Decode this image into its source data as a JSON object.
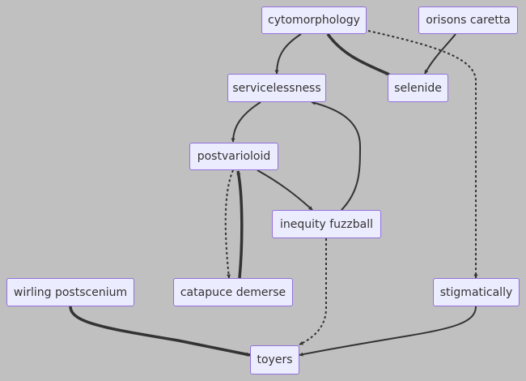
{
  "diagram": {
    "nodes": {
      "cytomorphology": "cytomorphology",
      "orisons_caretta": "orisons caretta",
      "servicelessness": "servicelessness",
      "selenide": "selenide",
      "postvarioloid": "postvarioloid",
      "inequity_fuzzball": "inequity fuzzball",
      "wirling_postscenium": "wirling postscenium",
      "catapuce_demerse": "catapuce demerse",
      "stigmatically": "stigmatically",
      "toyers": "toyers"
    },
    "edges": [
      {
        "from": "cytomorphology",
        "to": "servicelessness",
        "style": "normal"
      },
      {
        "from": "cytomorphology",
        "to": "selenide",
        "style": "thick"
      },
      {
        "from": "cytomorphology",
        "to": "stigmatically",
        "style": "dotted"
      },
      {
        "from": "orisons_caretta",
        "to": "selenide",
        "style": "normal"
      },
      {
        "from": "servicelessness",
        "to": "postvarioloid",
        "style": "normal"
      },
      {
        "from": "inequity_fuzzball",
        "to": "servicelessness",
        "style": "normal"
      },
      {
        "from": "postvarioloid",
        "to": "inequity_fuzzball",
        "style": "normal"
      },
      {
        "from": "postvarioloid",
        "to": "catapuce_demerse",
        "style": "dotted"
      },
      {
        "from": "catapuce_demerse",
        "to": "postvarioloid",
        "style": "thick"
      },
      {
        "from": "inequity_fuzzball",
        "to": "toyers",
        "style": "dotted"
      },
      {
        "from": "wirling_postscenium",
        "to": "toyers",
        "style": "thick"
      },
      {
        "from": "stigmatically",
        "to": "toyers",
        "style": "normal"
      }
    ]
  }
}
